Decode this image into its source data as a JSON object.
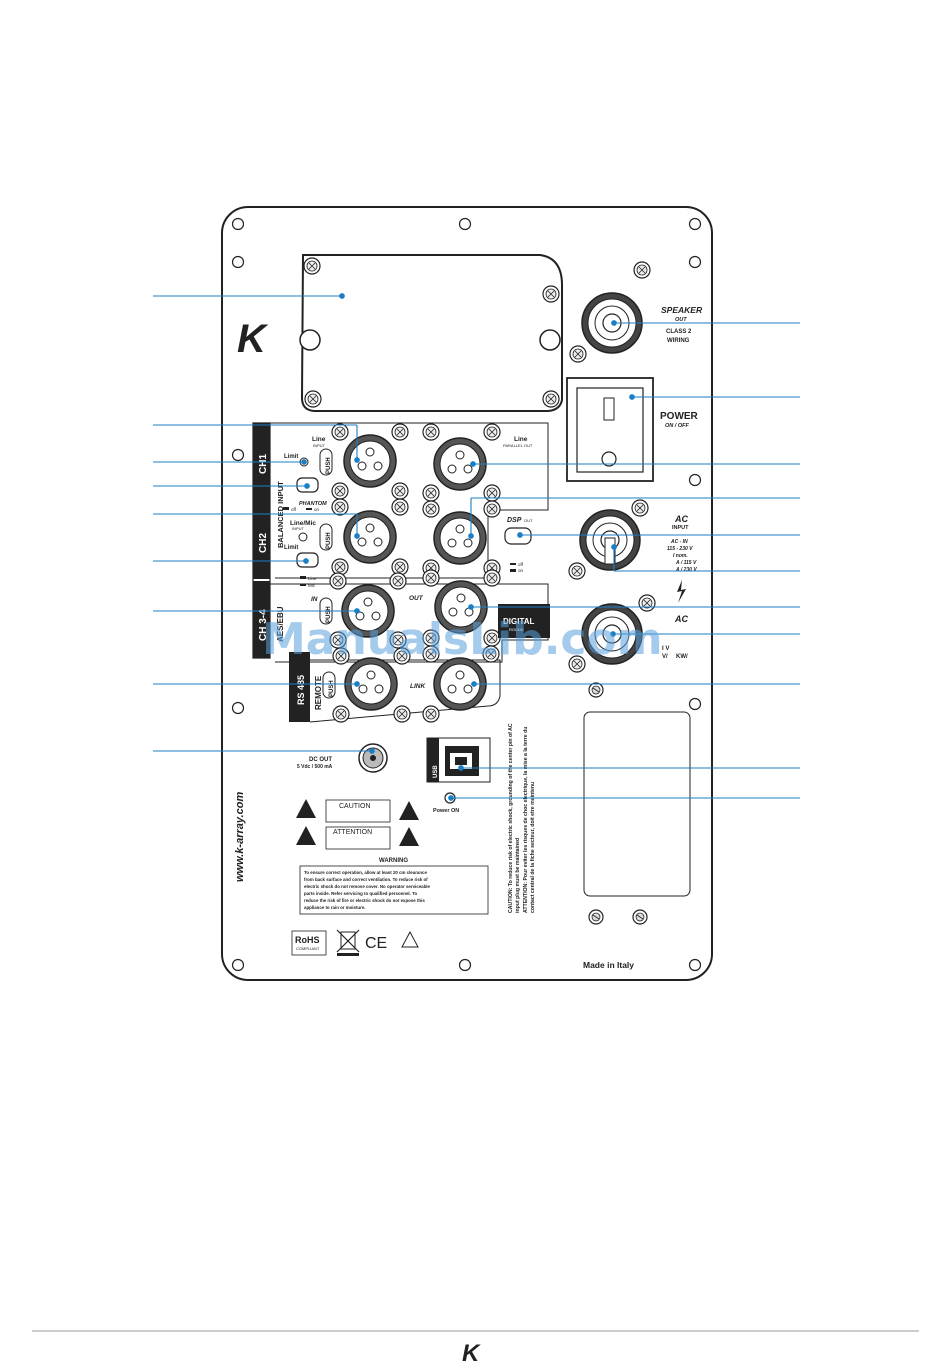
{
  "panel": {
    "brand_mark": "K",
    "website": "www.k-array.com",
    "made_in": "Made in Italy"
  },
  "speaker_out": {
    "title": "SPEAKER",
    "sub": "OUT",
    "line2": "CLASS 2",
    "line3": "WIRING"
  },
  "power": {
    "title": "POWER",
    "sub": "ON / OFF"
  },
  "ac_input": {
    "title": "AC",
    "sub": "INPUT",
    "specs": [
      "AC - IN",
      "115 - 230 V",
      "I nom.",
      "A / 115 V",
      "A / 230 V"
    ]
  },
  "ac_link": {
    "title": "AC",
    "fragments": [
      "I V",
      "V/",
      "KW/"
    ]
  },
  "ch1": {
    "label": "CH1",
    "input_title": "Line",
    "input_sub": "INPUT",
    "limit": "Limit",
    "push": "PUSH"
  },
  "balanced_input": "BALANCED INPUT",
  "parallel_out": {
    "title": "Line",
    "sub": "PARALLEL OUT"
  },
  "phantom": {
    "title": "PHANTOM",
    "off": "off",
    "on": "on"
  },
  "ch2": {
    "label": "CH2",
    "input_title": "Line/Mic",
    "input_sub": "INPUT",
    "limit": "Limit",
    "push": "PUSH",
    "line": "Line",
    "mic": "Mic"
  },
  "dsp": {
    "title": "DSP",
    "sub": "OUT",
    "off": "off",
    "on": "on"
  },
  "ch34": {
    "label": "CH 3-4",
    "vertical": "AES/EBU",
    "in": "IN",
    "out": "OUT",
    "push": "PUSH"
  },
  "digital": {
    "title": "DIGITAL",
    "sub": "ROUND"
  },
  "rs485": {
    "label": "RS 485",
    "remote": "REMOTE",
    "push": "PUSH",
    "link": "LINK"
  },
  "usb": "USB",
  "dc_out": {
    "title": "DC OUT",
    "spec": "5 Vdc / 500 mA"
  },
  "power_on": "Power ON",
  "caution": "CAUTION",
  "attention": "ATTENTION",
  "warning": {
    "title": "WARNING",
    "lines": [
      "To ensure correct operation, allow at least 20 cm clearance",
      "from back surface and correct ventilation. To reduce risk of",
      "electric shock do not remove cover. No operator serviceable",
      "parts inside. Refer servicing to qualified personnel. To",
      "reduce the risk of fire or electric shock do not expose this",
      "appliance to rain or moisture."
    ]
  },
  "side_caution": [
    "CAUTION: To reduce risk of electric shock, grounding of the center pin of AC",
    "input plug must be maintained",
    "ATTENTION: Pour eviter les risques de choc electrique, la mise a la terre du",
    "contact central de la fiche secteur, doit etre maintenu"
  ],
  "rohs": {
    "title": "RoHS",
    "sub": "COMPLIANT"
  },
  "ce": "CE",
  "watermark": "ManualsLib.com",
  "footer_logo": "K",
  "colors": {
    "callout": "#1a7fc4",
    "ink": "#222222",
    "watermark": "#5aa0dc"
  }
}
